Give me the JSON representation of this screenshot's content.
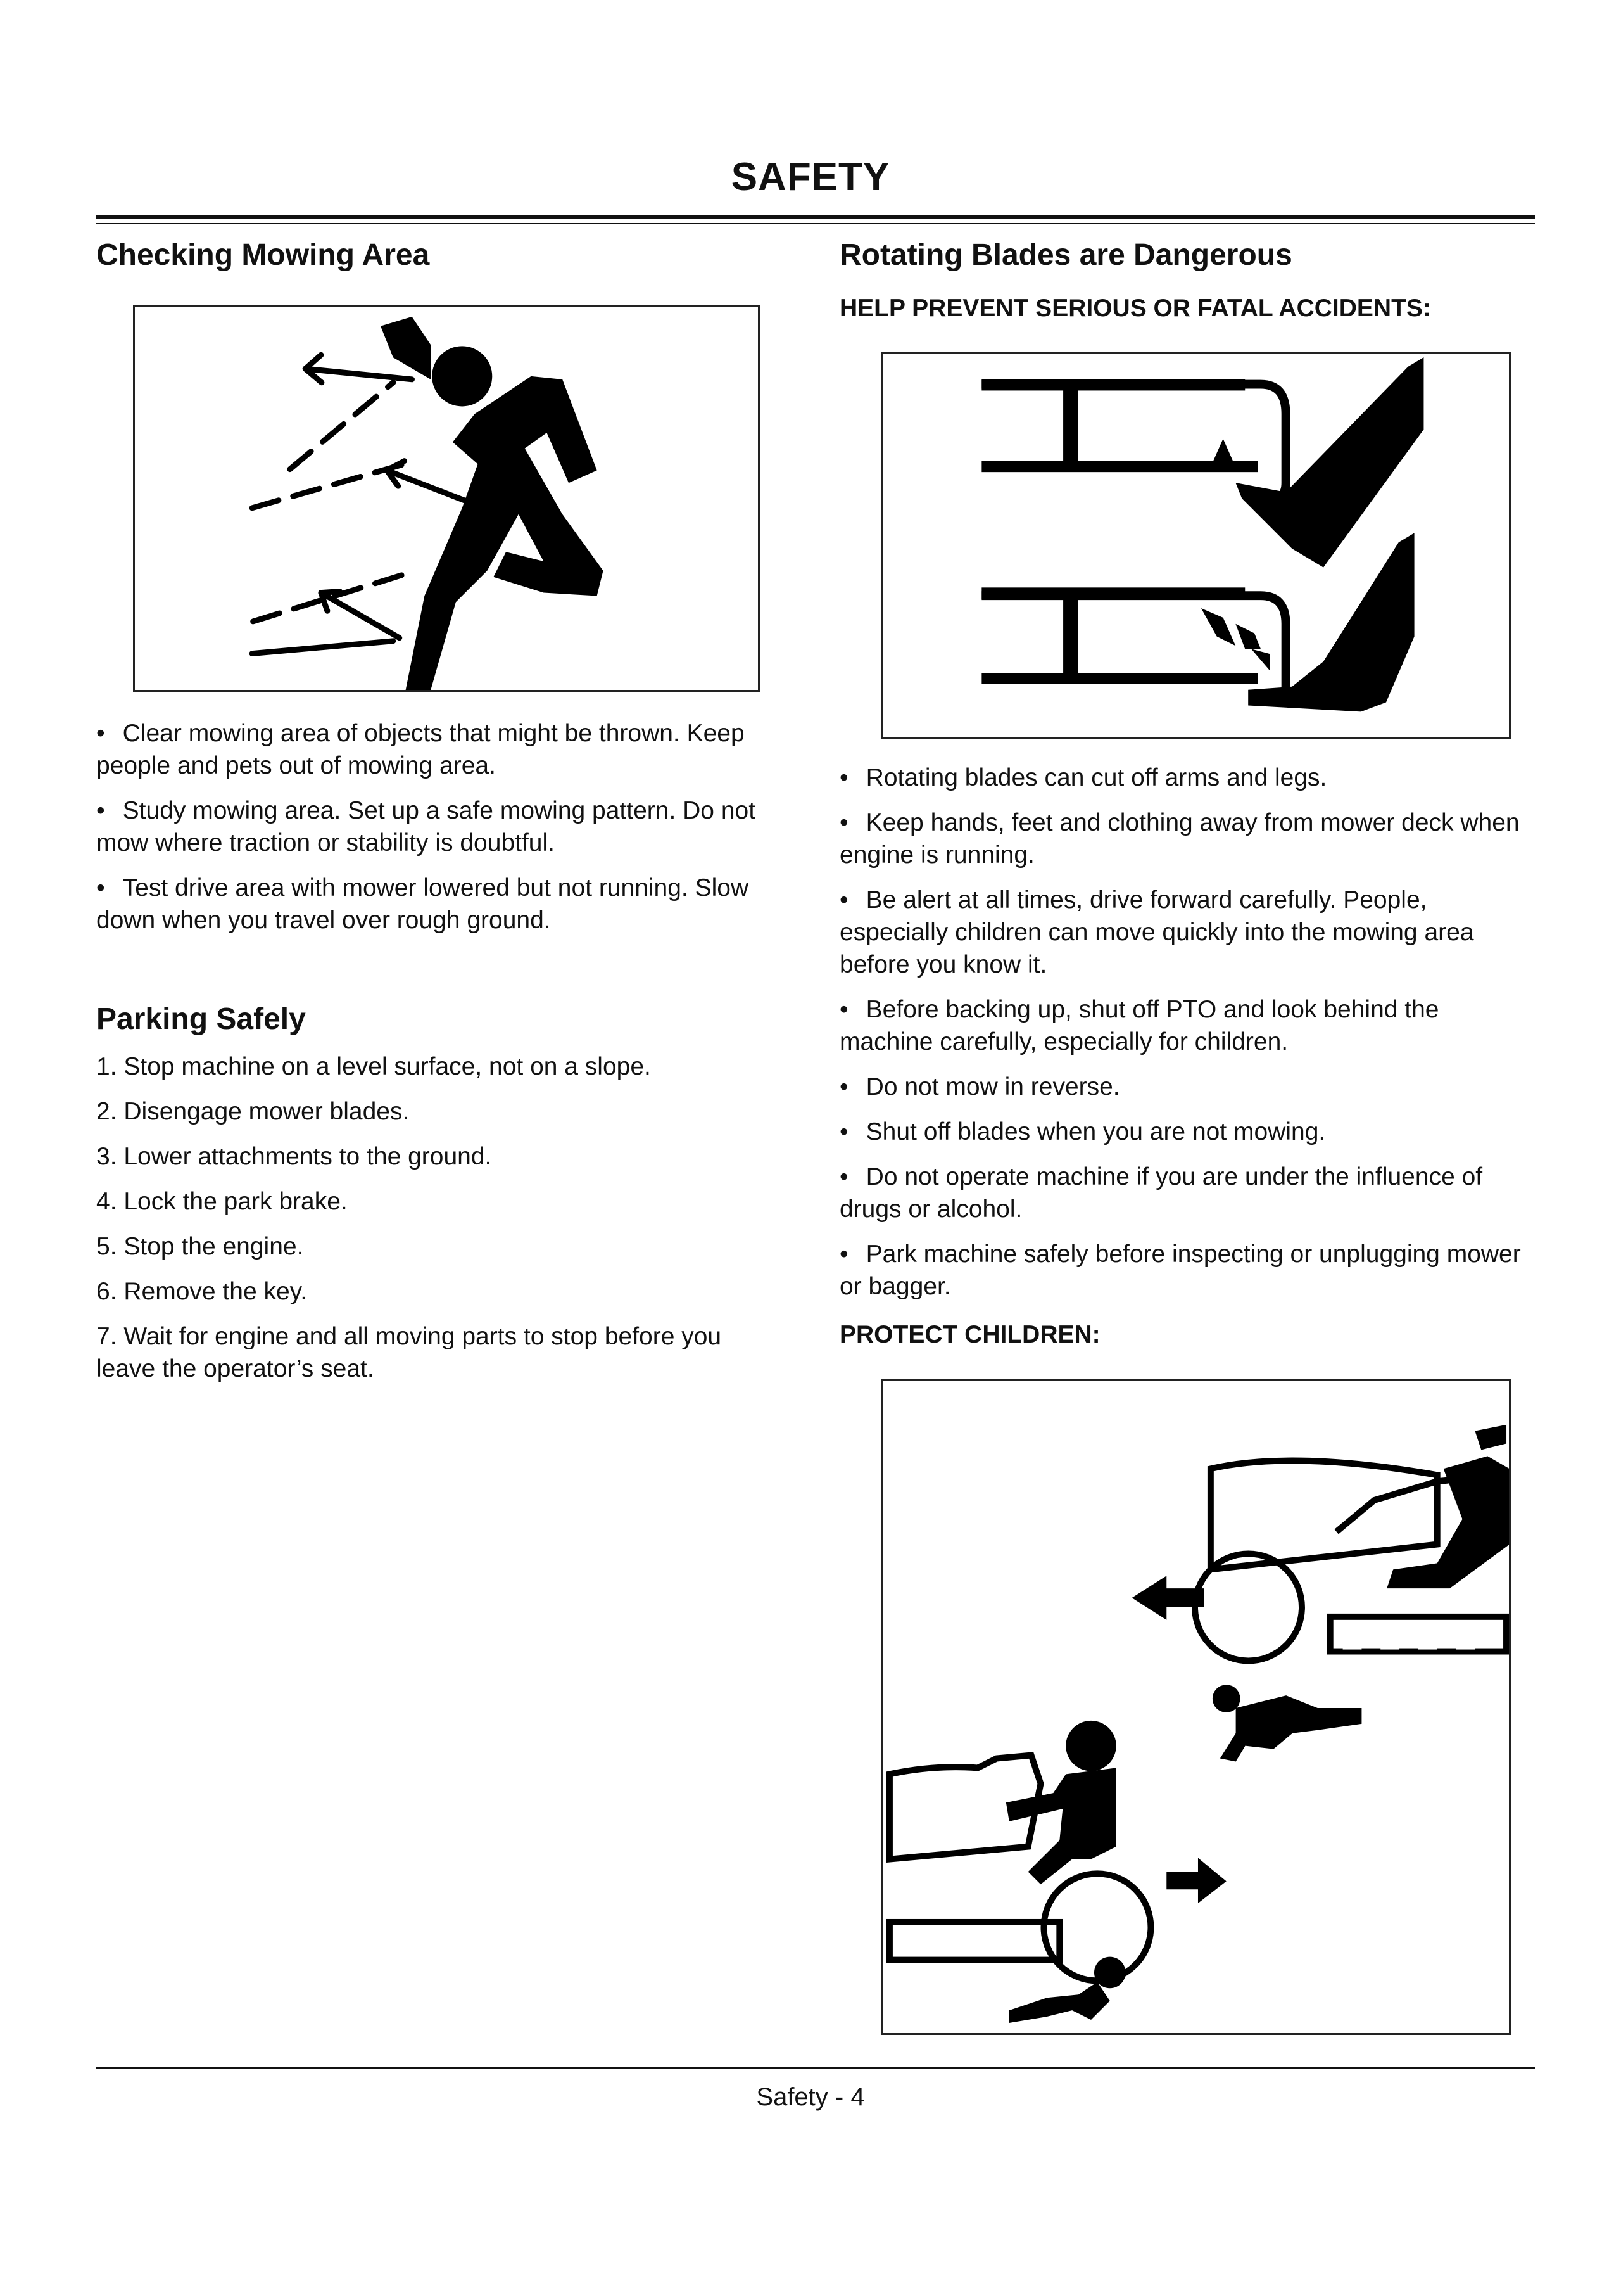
{
  "header": {
    "title": "SAFETY"
  },
  "left": {
    "checking": {
      "heading": "Checking Mowing Area",
      "bullets": [
        "Clear mowing area of objects that might be thrown. Keep people and pets out of mowing area.",
        "Study mowing area. Set up a safe mowing pattern. Do not mow where traction or stability is doubtful.",
        "Test drive area with mower lowered but not running. Slow down when you travel over rough ground."
      ]
    },
    "parking": {
      "heading": "Parking Safely",
      "steps": [
        "1. Stop machine on a level surface, not on a slope.",
        "2. Disengage mower blades.",
        "3. Lower attachments to the ground.",
        "4. Lock the park brake.",
        "5. Stop the engine.",
        "6. Remove the key.",
        "7. Wait for engine and all moving parts to stop before you leave the operator’s seat."
      ]
    }
  },
  "right": {
    "heading": "Rotating Blades are Dangerous",
    "subheading": "HELP PREVENT SERIOUS OR FATAL ACCIDENTS:",
    "bullets": [
      "Rotating blades can cut off arms and legs.",
      "Keep hands, feet and clothing away from mower deck when engine is running.",
      "Be alert at all times, drive forward carefully. People, especially children can move quickly into the mowing area before you know it.",
      "Before backing up, shut off PTO and look behind the machine carefully, especially for children.",
      "Do not mow in reverse.",
      "Shut off blades when you are not mowing.",
      "Do not operate machine if you are under the influence of drugs or alcohol.",
      "Park machine safely before inspecting or unplugging mower or bagger."
    ],
    "children_heading": "PROTECT CHILDREN:"
  },
  "footer": {
    "page_label": "Safety - 4"
  }
}
